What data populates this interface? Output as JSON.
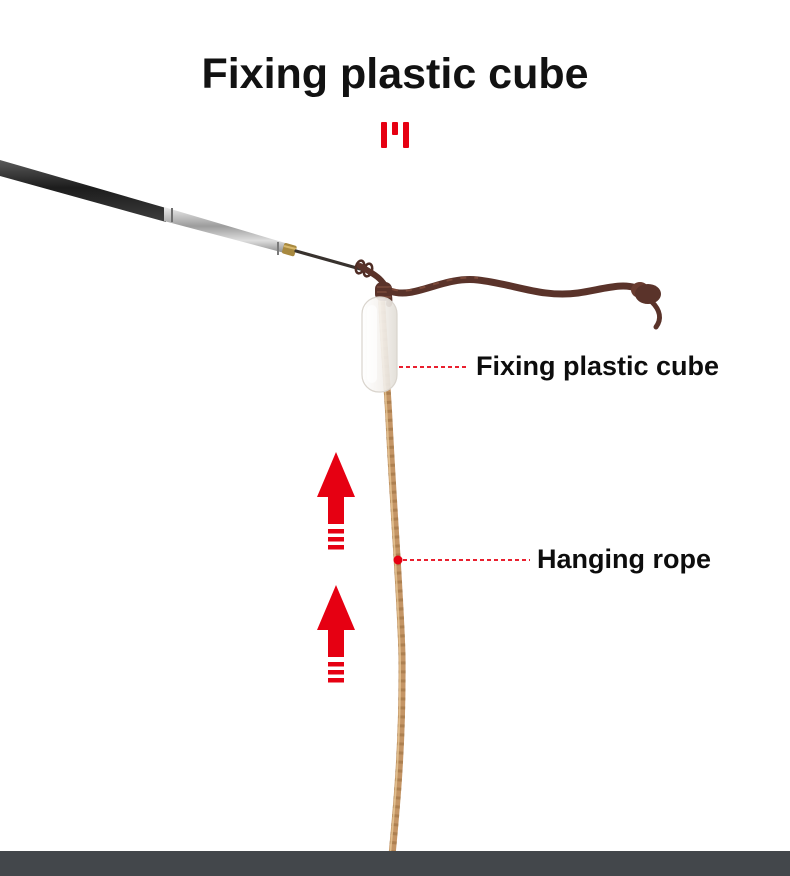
{
  "page": {
    "title": "Fixing plastic cube"
  },
  "annotations": {
    "cube_label": "Fixing plastic cube",
    "rope_label": "Hanging rope"
  },
  "icons": {
    "title_accent": "red-tick-marks-icon",
    "direction_arrows": "up-arrow-icon"
  },
  "colors": {
    "accent_red": "#e60012",
    "text_dark": "#121212",
    "cord_brown": "#5a332a",
    "rope_tan": "#c49565",
    "rope_tan_dark": "#9a7040",
    "cube_edge": "#d9d4cd",
    "footer_bar": "#43474b",
    "background": "#ffffff"
  }
}
